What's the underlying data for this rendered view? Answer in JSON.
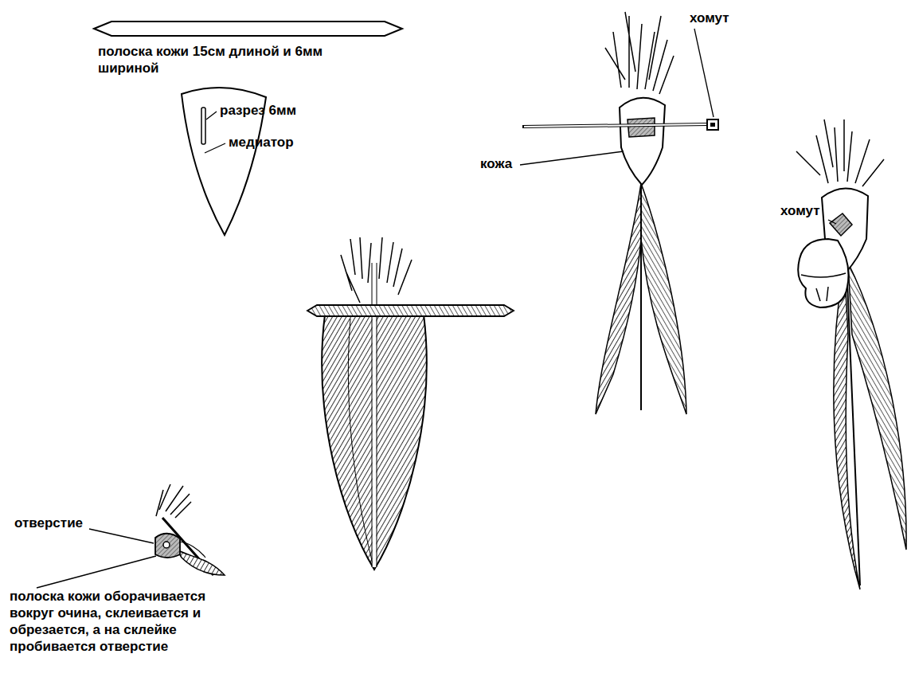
{
  "diagram": {
    "labels": [
      "полоска кожи 15см длиной и 6мм шириной",
      "разрез 6мм",
      "медиатор",
      "хомут",
      "кожа",
      "хомут",
      "отверстие",
      "полоска кожи оборачивается вокруг очина, склеивается и обрезается, а на склейке пробивается отверстие"
    ]
  }
}
